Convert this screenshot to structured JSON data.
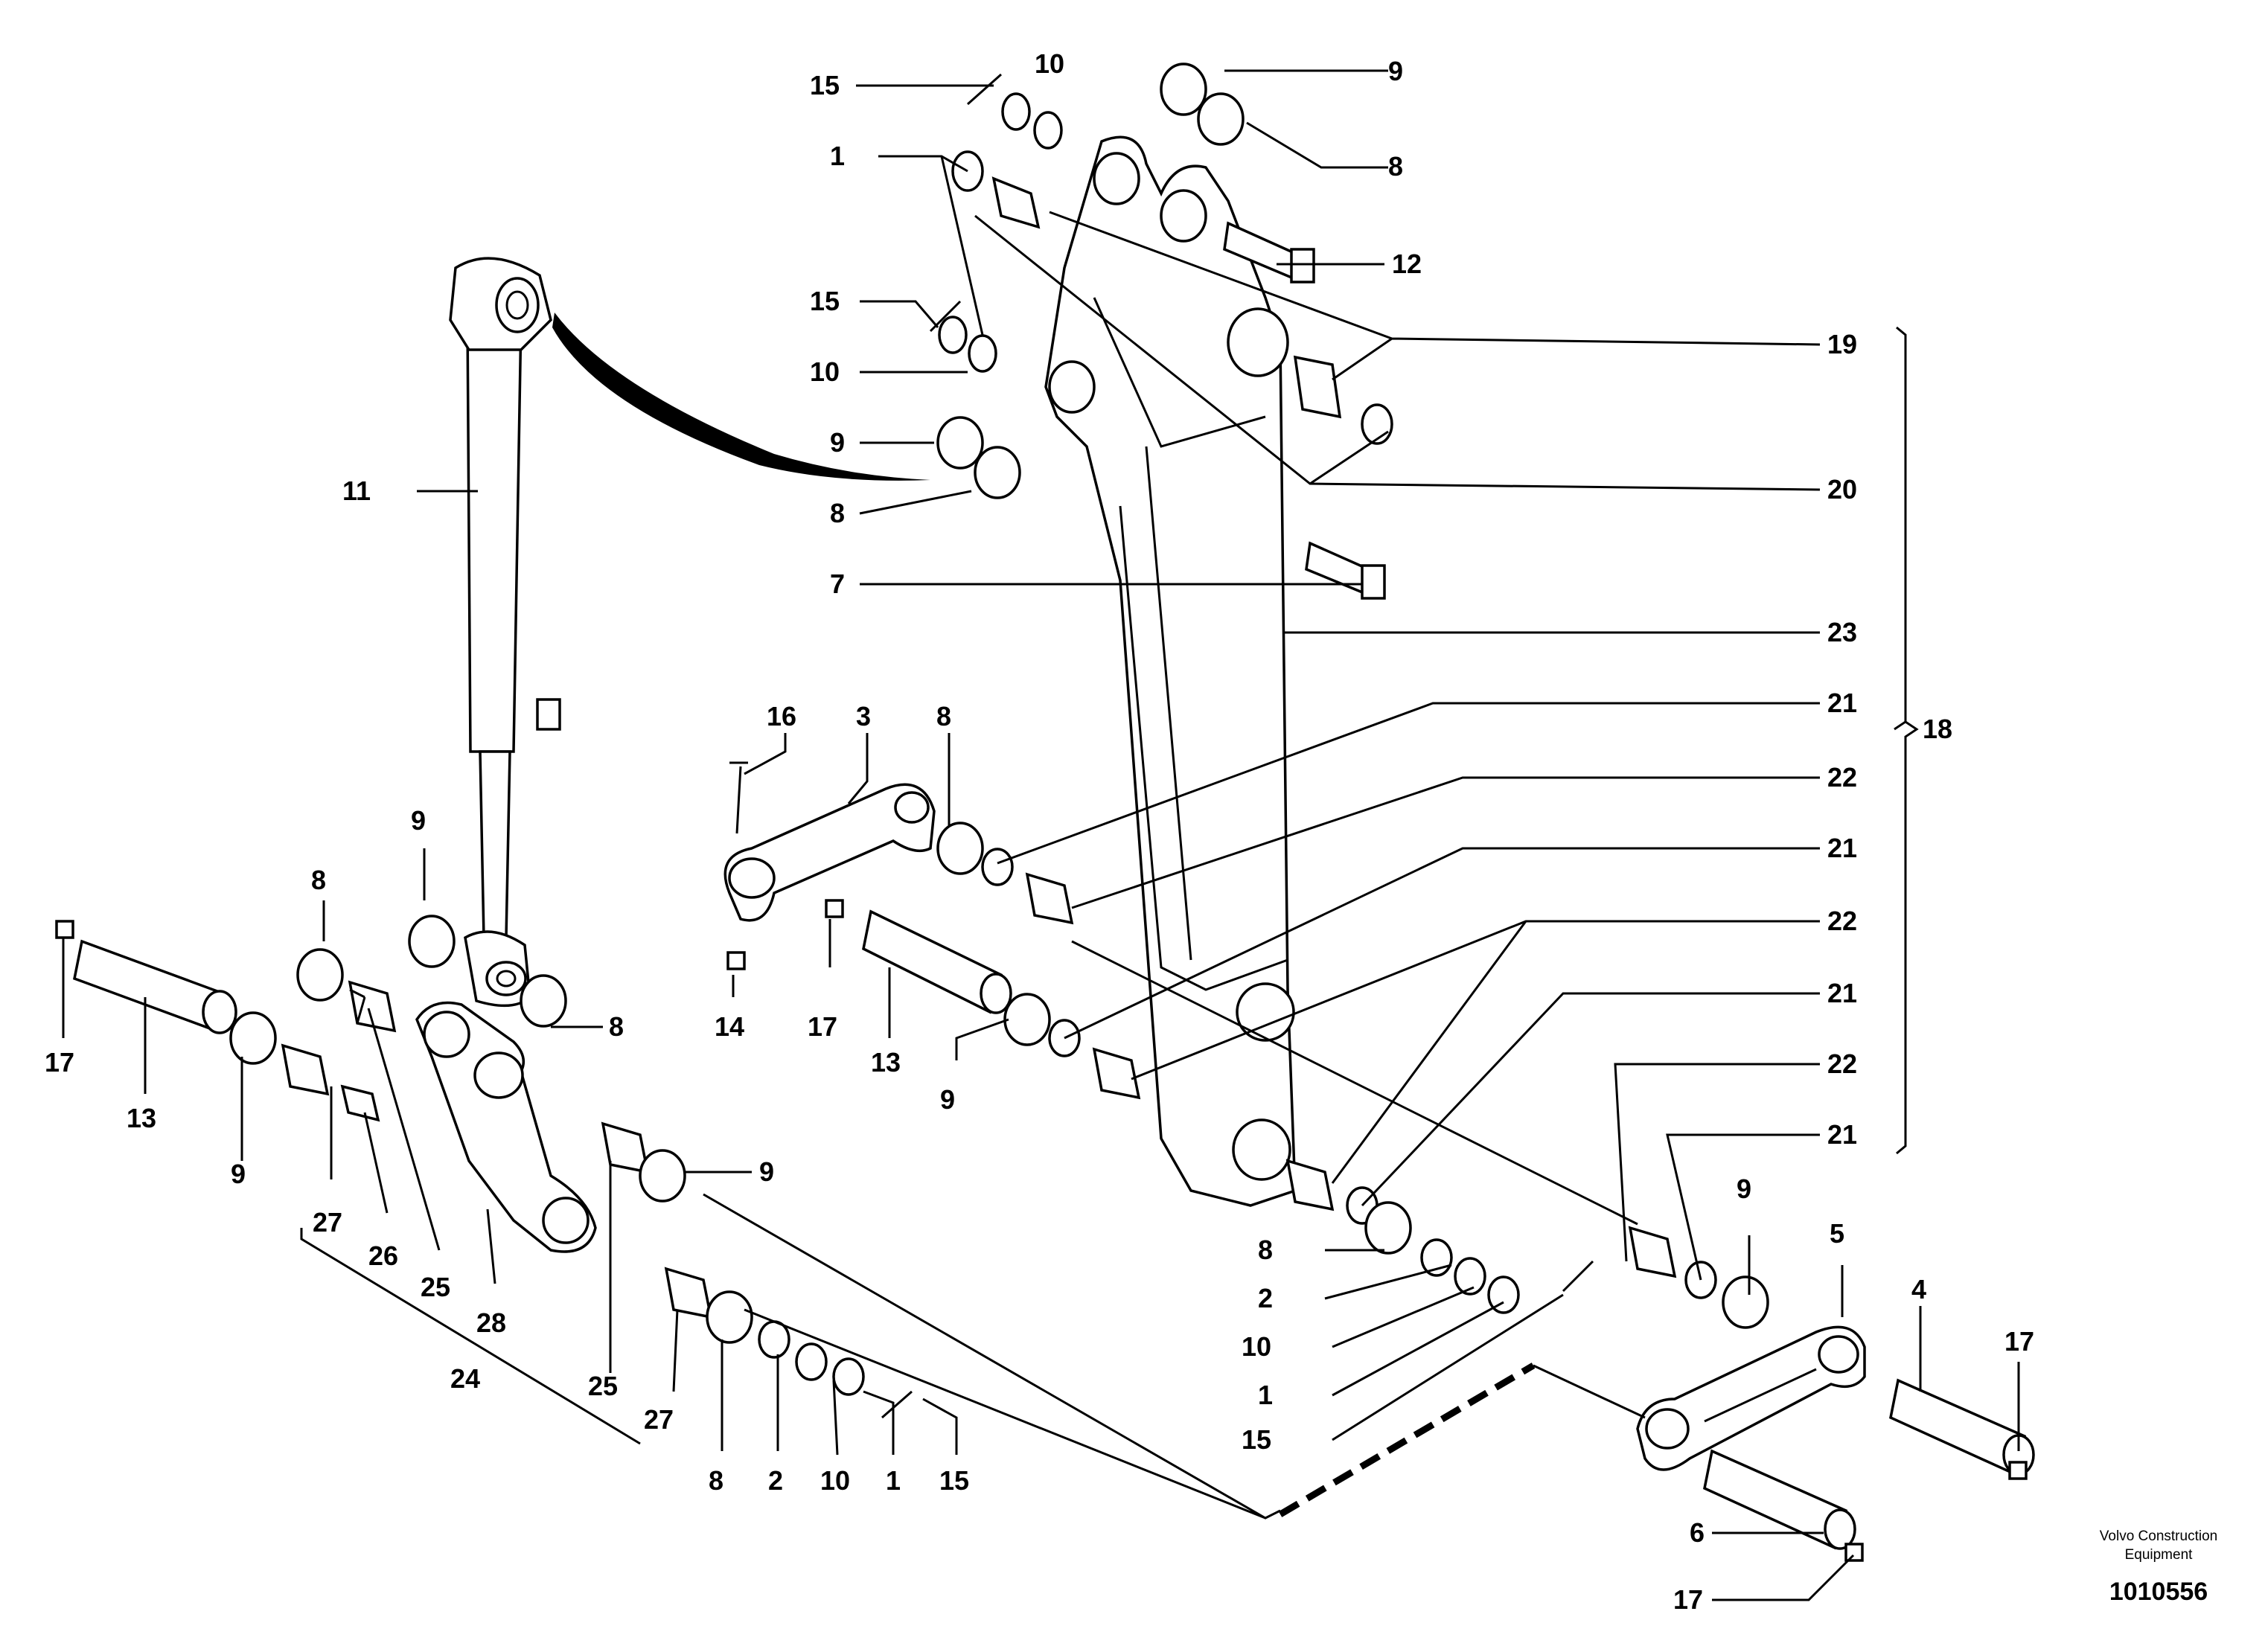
{
  "labels": {
    "l15a": "15",
    "l10a": "10",
    "l9a": "9",
    "l1a": "1",
    "l8a": "8",
    "l12": "12",
    "l15b": "15",
    "l19": "19",
    "l10b": "10",
    "l9b": "9",
    "l11": "11",
    "l20": "20",
    "l8b": "8",
    "l7": "7",
    "l23": "23",
    "l16": "16",
    "l3": "3",
    "l8c": "8",
    "l21a": "21",
    "l18": "18",
    "l22a": "22",
    "l9c": "9",
    "l21b": "21",
    "l8d": "8",
    "l22b": "22",
    "l8e": "8",
    "l17a": "17",
    "l14": "14",
    "l17b": "17",
    "l21c": "21",
    "l13a": "13",
    "l13b": "13",
    "l9d": "9",
    "l22c": "22",
    "l9e": "9",
    "l21d": "21",
    "l27a": "27",
    "l26": "26",
    "l9f": "9",
    "l9g": "9",
    "l25a": "25",
    "l28": "28",
    "l8f": "8",
    "l5": "5",
    "l24": "24",
    "l2a": "2",
    "l4": "4",
    "l10c": "10",
    "l17c": "17",
    "l25b": "25",
    "l27b": "27",
    "l1b": "1",
    "l15c": "15",
    "l8g": "8",
    "l2b": "2",
    "l10d": "10",
    "l1c": "1",
    "l15d": "15",
    "l6": "6",
    "l17d": "17"
  },
  "manufacturer": {
    "line1": "Volvo Construction",
    "line2": "Equipment"
  },
  "figure_number": "1010556"
}
